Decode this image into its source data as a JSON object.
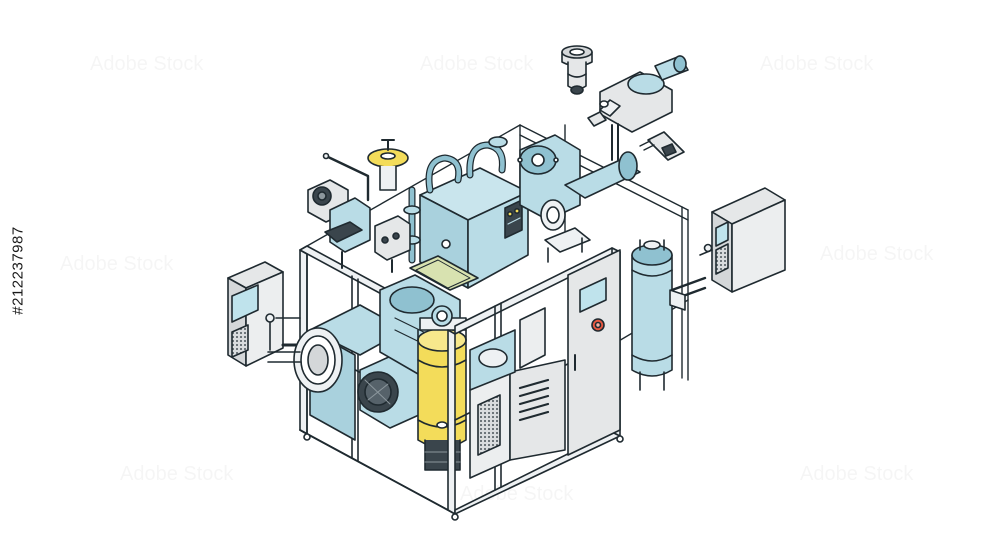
{
  "image": {
    "stock_id": "#212237987",
    "watermark_text": "Adobe Stock",
    "subject": "isometric-industrial-machine",
    "colors": {
      "outline": "#1f2a30",
      "frame": "#eef1f3",
      "blue": "#b9dce6",
      "blue_dark": "#8fc1d0",
      "yellow": "#f3dc5a",
      "panel_grey": "#e5e7e8",
      "screen": "#bfe3ec",
      "red_button": "#e8573f",
      "background": "#ffffff"
    }
  }
}
